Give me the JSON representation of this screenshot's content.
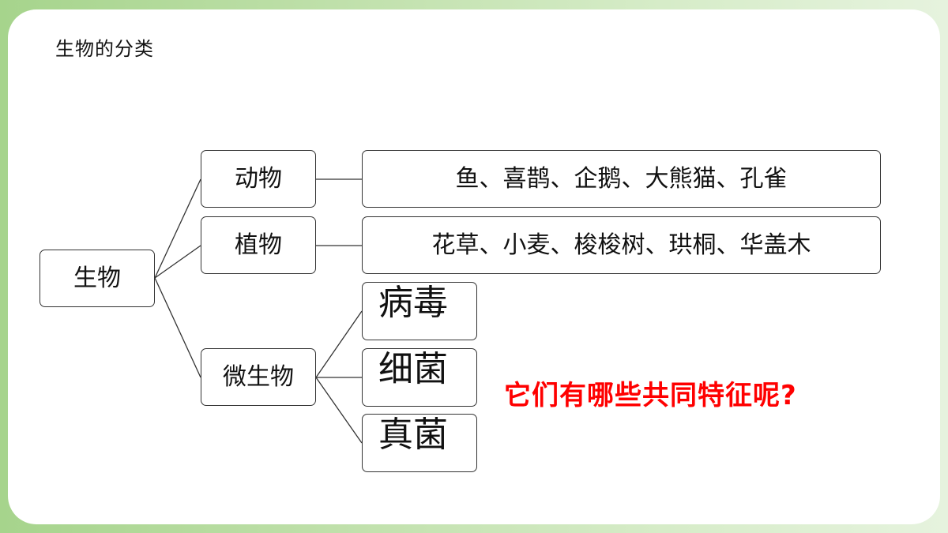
{
  "title": "生物的分类",
  "diagram": {
    "root": "生物",
    "categories": [
      {
        "label": "动物",
        "examples": "鱼、喜鹊、企鹅、大熊猫、孔雀"
      },
      {
        "label": "植物",
        "examples": "花草、小麦、梭梭树、珙桐、华盖木"
      },
      {
        "label": "微生物",
        "children": [
          "病毒",
          "细菌",
          "真菌"
        ]
      }
    ]
  },
  "question": "它们有哪些共同特征呢?",
  "colors": {
    "accent": "#ff0000",
    "background_green": "#a6d48c",
    "box_border": "#333333"
  }
}
